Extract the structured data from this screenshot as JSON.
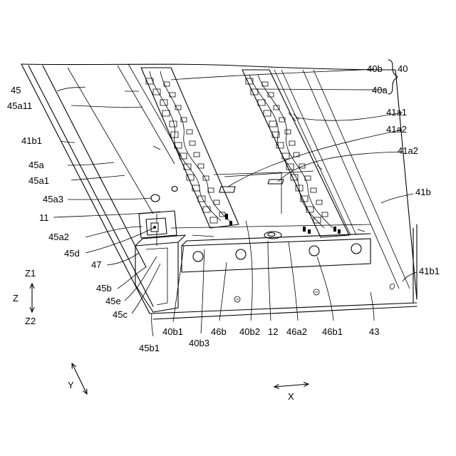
{
  "labels": {
    "l40b": "40b",
    "l40": "40",
    "l40a": "40a",
    "l45": "45",
    "l45a11": "45a11",
    "l41a1": "41a1",
    "l41a2_top": "41a2",
    "l41b1_left": "41b1",
    "l41a2_mid": "41a2",
    "l45a": "45a",
    "l45a1": "45a1",
    "l41b": "41b",
    "l45a3": "45a3",
    "l11": "11",
    "l45a2": "45a2",
    "l45d": "45d",
    "l47": "47",
    "l41b1_right": "41b1",
    "l45b": "45b",
    "l45e": "45e",
    "l45c": "45c",
    "l40b1": "40b1",
    "l40b3": "40b3",
    "l46b": "46b",
    "l40b2": "40b2",
    "l12": "12",
    "l46a2": "46a2",
    "l46b1": "46b1",
    "l43": "43",
    "l45b1": "45b1"
  },
  "axes": {
    "z1": "Z1",
    "z": "Z",
    "z2": "Z2",
    "y": "Y",
    "x": "X"
  }
}
